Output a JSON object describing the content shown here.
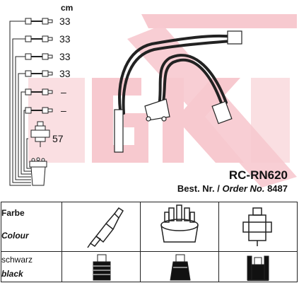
{
  "diagram": {
    "unit": "cm",
    "lengths": [
      "33",
      "33",
      "33",
      "33",
      "–",
      "–",
      "57"
    ]
  },
  "product": {
    "model": "RC-RN620",
    "order_prefix": "Best. Nr. /",
    "order_label": "Order No.",
    "order_number": "8487"
  },
  "table": {
    "row1_de": "Farbe",
    "row1_en": "Colour",
    "row2_de": "schwarz",
    "row2_en": "black"
  },
  "watermark": "NGK",
  "colors": {
    "watermark": "#f7c9cf",
    "ink": "#111111"
  }
}
